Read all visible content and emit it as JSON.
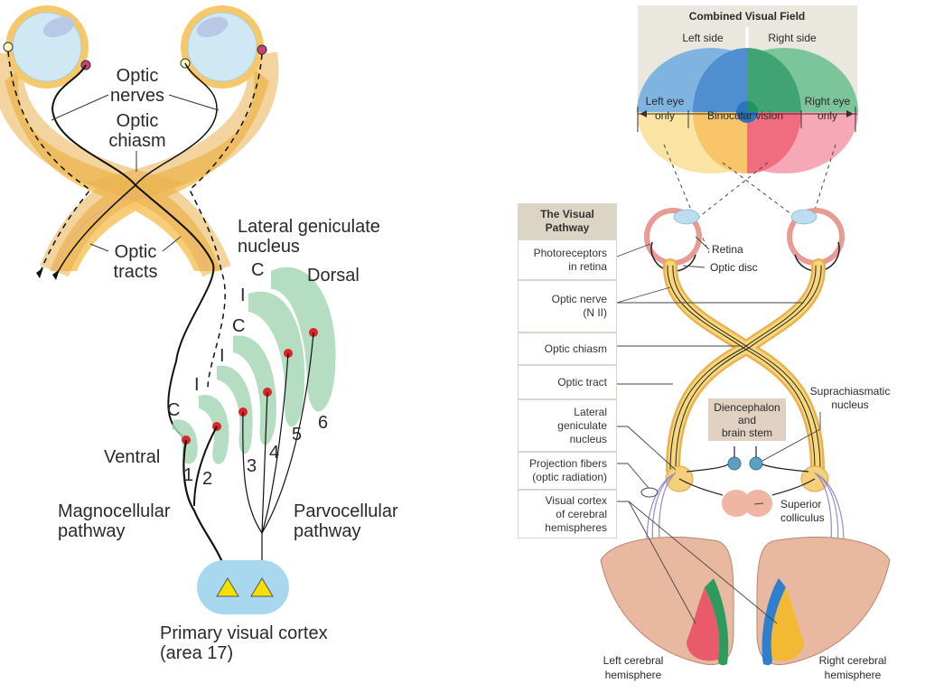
{
  "left_diagram": {
    "labels": {
      "optic_nerves": [
        "Optic",
        "nerves"
      ],
      "optic_chiasm": [
        "Optic",
        "chiasm"
      ],
      "optic_tracts": [
        "Optic",
        "tracts"
      ],
      "lgn": [
        "Lateral geniculate",
        "nucleus"
      ],
      "dorsal": "Dorsal",
      "ventral": "Ventral",
      "magnocellular": [
        "Magnocellular",
        "pathway"
      ],
      "parvocellular": [
        "Parvocellular",
        "pathway"
      ],
      "cortex": [
        "Primary visual cortex",
        "(area 17)"
      ]
    },
    "layer_markers": [
      "C",
      "I",
      "C",
      "I",
      "I",
      "C"
    ],
    "layer_numbers": [
      "1",
      "2",
      "3",
      "4",
      "5",
      "6"
    ]
  },
  "right_diagram": {
    "visual_field": {
      "title": "Combined Visual Field",
      "left_side": "Left side",
      "right_side": "Right side",
      "left_eye_only": [
        "Left eye",
        "only"
      ],
      "binocular": "Binocular vision",
      "right_eye_only": [
        "Right eye",
        "only"
      ]
    },
    "pathway_table": {
      "header": [
        "The Visual",
        "Pathway"
      ],
      "rows": [
        [
          "Photoreceptors",
          "in retina"
        ],
        [
          "Optic nerve",
          "(N II)"
        ],
        [
          "Optic chiasm"
        ],
        [
          "Optic tract"
        ],
        [
          "Lateral",
          "geniculate",
          "nucleus"
        ],
        [
          "Projection fibers",
          "(optic radiation)"
        ],
        [
          "Visual cortex",
          "of cerebral",
          "hemispheres"
        ]
      ]
    },
    "labels": {
      "retina": "Retina",
      "optic_disc": "Optic disc",
      "suprachiasmatic": [
        "Suprachiasmatic",
        "nucleus"
      ],
      "diencephalon": [
        "Diencephalon",
        "and",
        "brain stem"
      ],
      "superior_colliculus": [
        "Superior",
        "colliculus"
      ],
      "left_hemisphere": [
        "Left cerebral",
        "hemisphere"
      ],
      "right_hemisphere": [
        "Right cerebral",
        "hemisphere"
      ]
    },
    "colors": {
      "left_field_blue": "#5b9bd5",
      "right_field_green": "#4caf7d",
      "left_eye_yellow": "#f9d98a",
      "right_eye_pink": "#f28c9c",
      "nerve_yellow": "#f4c95d",
      "table_header": "#dcd5c6"
    }
  }
}
